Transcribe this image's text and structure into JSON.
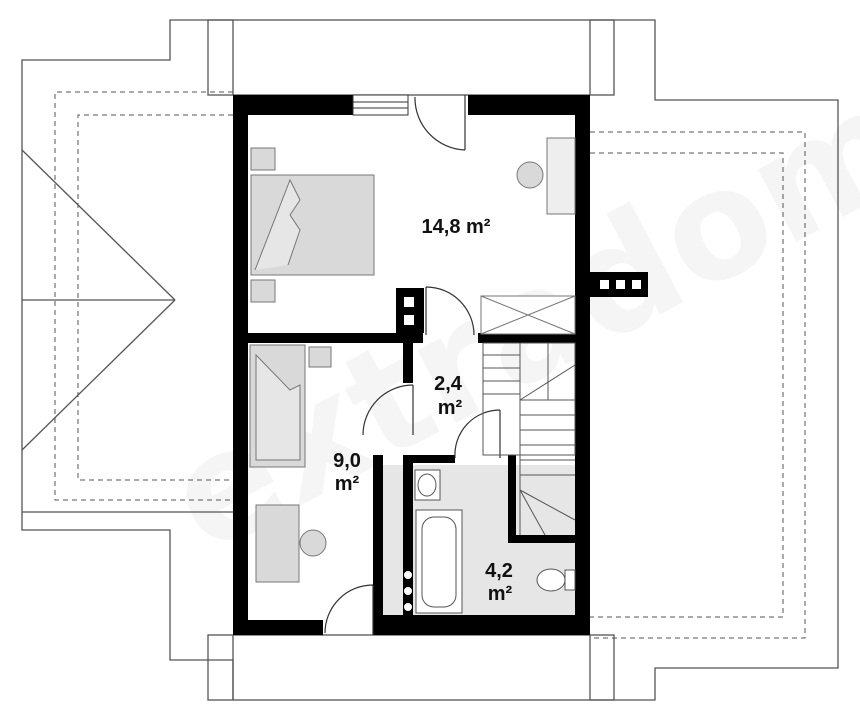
{
  "watermark": "extradom",
  "rooms": {
    "bedroom_large": {
      "area": "14,8 m²"
    },
    "hall": {
      "area_line1": "2,4",
      "area_line2": "m²"
    },
    "bedroom_small": {
      "area_line1": "9,0",
      "area_line2": "m²"
    },
    "bathroom": {
      "area_line1": "4,2",
      "area_line2": "m²"
    }
  },
  "colors": {
    "wall": "#000000",
    "roof_line": "#555555",
    "furniture_fill": "#d9d9d9",
    "bathroom_floor": "#e6e6e6",
    "watermark": "#eeeeee"
  }
}
